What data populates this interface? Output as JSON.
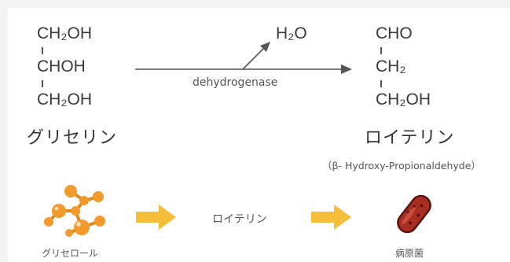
{
  "glycerol": {
    "formula_lines": [
      "CH₂OH",
      "CHOH",
      "CH₂OH"
    ],
    "name": "グリセリン"
  },
  "reaction": {
    "byproduct": "H₂O",
    "enzyme": "dehydrogenase"
  },
  "reuterin": {
    "formula_lines": [
      "CHO",
      "CH₂",
      "CH₂OH"
    ],
    "name": "ロイテリン",
    "subtitle": "（β- Hydroxy-Propionaldehyde）"
  },
  "flow": {
    "left_caption": "グリセロール",
    "middle_label": "ロイテリン",
    "right_caption": "病原菌"
  },
  "colors": {
    "molecule_orange": "#f29a2b",
    "molecule_dark": "#d97f15",
    "flow_arrow": "#f4be3a",
    "bacteria_red": "#a62f22",
    "bacteria_dark": "#5a1510",
    "line_gray": "#555555"
  },
  "icons": {
    "molecule": "molecule-icon",
    "arrow": "right-arrow-icon",
    "bacteria": "bacteria-icon"
  }
}
